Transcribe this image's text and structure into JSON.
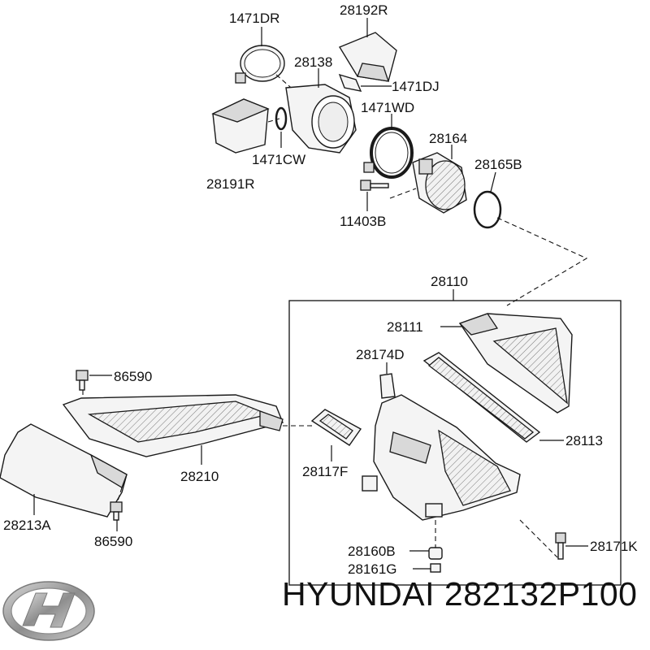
{
  "labels": {
    "l1471DR": "1471DR",
    "l28192R": "28192R",
    "l28138": "28138",
    "l1471DJ": "1471DJ",
    "l1471WD": "1471WD",
    "l28191R": "28191R",
    "l1471CW": "1471CW",
    "l28164": "28164",
    "l28165B": "28165B",
    "l11403B": "11403B",
    "l28110": "28110",
    "l28111": "28111",
    "l28174D": "28174D",
    "l86590a": "86590",
    "l28113": "28113",
    "l28210": "28210",
    "l28117F": "28117F",
    "l28213A": "28213A",
    "l86590b": "86590",
    "l28160B": "28160B",
    "l28171K": "28171K",
    "l28161G": "28161G"
  },
  "footer": {
    "title": "HYUNDAI 282132P100"
  },
  "colors": {
    "line": "#111111",
    "fill": "#f4f4f4",
    "logo": "#9a9a9a"
  }
}
